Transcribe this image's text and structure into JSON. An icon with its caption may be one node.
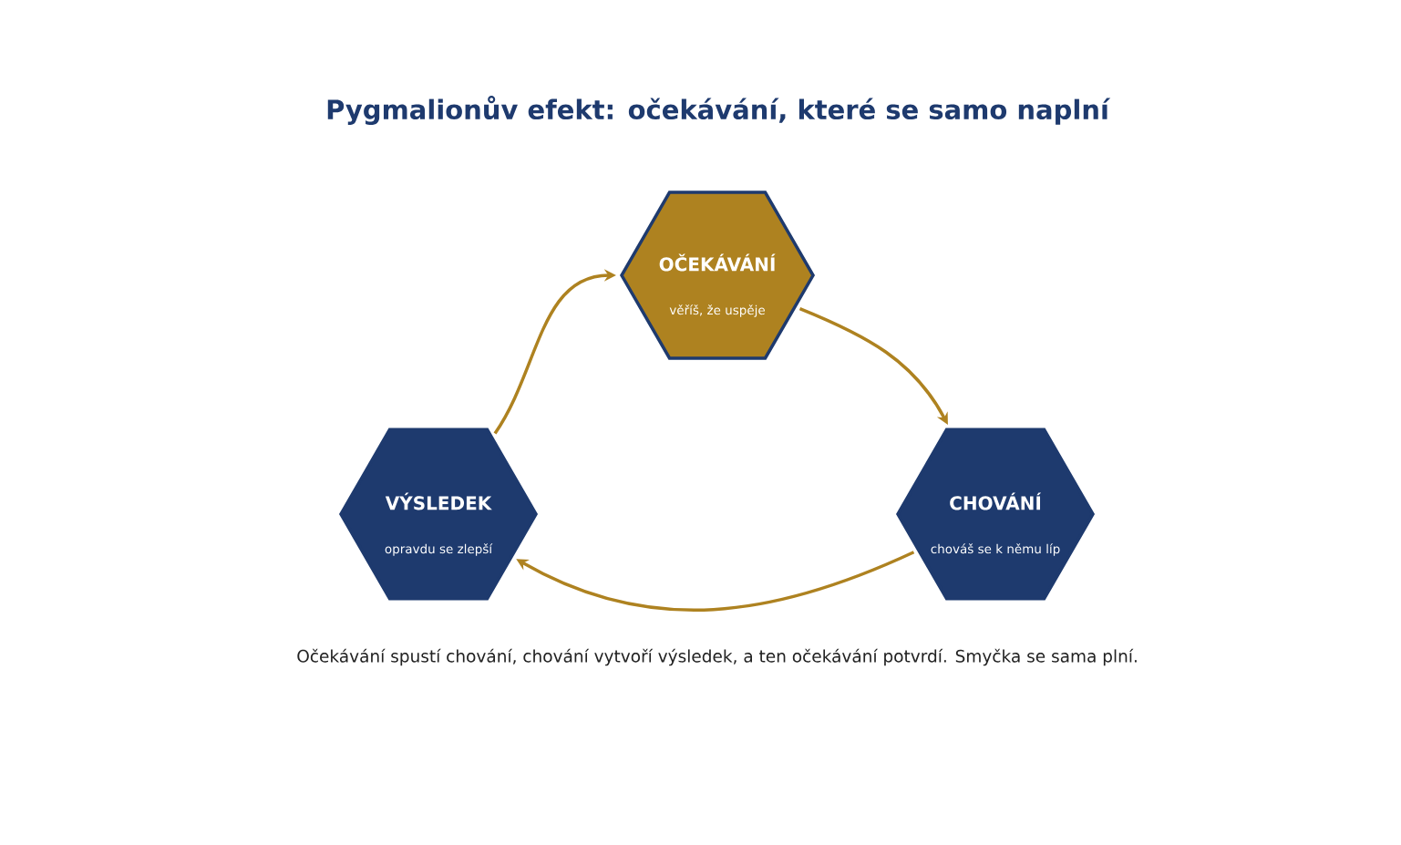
{
  "diagram": {
    "title": "Pygmalionův efekt: očekávání, které se samo naplní",
    "nodes": [
      {
        "text": [
          "OČEKÁVÁNÍ",
          "věříš, že uspěje"
        ]
      },
      {
        "text": [
          "VÝSLEDEK",
          "opravdu se zlepší"
        ]
      },
      {
        "text": [
          "CHOVÁNÍ",
          "chováš se k němu líp"
        ]
      }
    ],
    "edges": [
      {
        "from": 0,
        "to": 2,
        "arrow": "to"
      },
      {
        "from": 2,
        "to": 1,
        "arrow": "to"
      },
      {
        "from": 1,
        "to": 0,
        "arrow": "to"
      }
    ],
    "caption": "Očekávání spustí chování, chování vytvoří výsledek, a ten očekávání potvrdí. Smyčka se sama plní."
  }
}
